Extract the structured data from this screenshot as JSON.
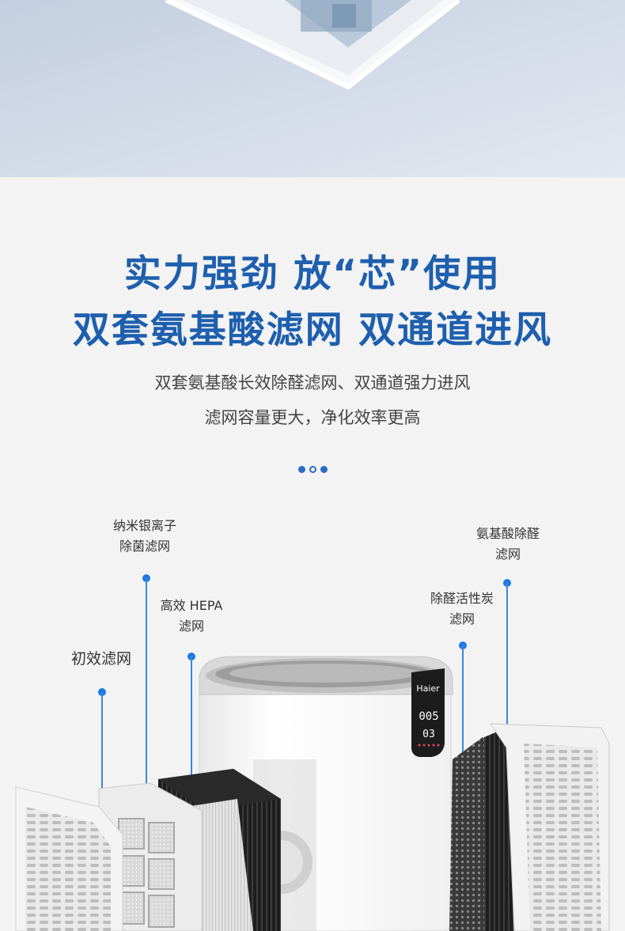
{
  "headline": {
    "line1": "实力强劲 放“芯”使用",
    "line2": "双套氨基酸滤网 双通道进风"
  },
  "subtitle": {
    "line1": "双套氨基酸长效除醛滤网、双通道强力进风",
    "line2": "滤网容量更大，净化效率更高"
  },
  "filters": {
    "primary": "初效滤网",
    "nano_silver": {
      "line1": "纳米银离子",
      "line2": "除菌滤网"
    },
    "hepa": {
      "line1": "高效 HEPA",
      "line2": "滤网"
    },
    "carbon": {
      "line1": "除醛活性炭",
      "line2": "滤网"
    },
    "amino": {
      "line1": "氨基酸除醛",
      "line2": "滤网"
    }
  },
  "device": {
    "brand": "Haier",
    "display_top": "005",
    "display_bottom": "03"
  },
  "colors": {
    "headline": "#1e5fae",
    "accent": "#1f7ae0",
    "background": "#f3f3f3"
  }
}
